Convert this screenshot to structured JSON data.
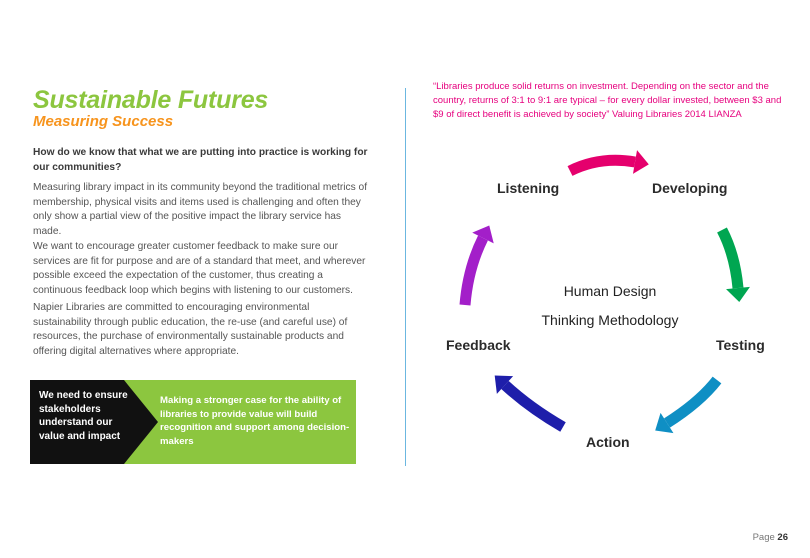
{
  "left": {
    "title": "Sustainable Futures",
    "subtitle": "Measuring Success",
    "question": "How do we know that what we are putting into practice is working for our communities?",
    "paragraphs": [
      "Measuring library impact in its community beyond the traditional metrics of membership, physical visits and items used is challenging and often they only show a partial view of the positive impact the library service has made.",
      "We want to encourage greater customer feedback to make sure our services are fit for purpose and are of a standard that meet, and wherever possible exceed the expectation of the customer, thus creating a continuous feedback loop which begins with listening to our customers.",
      "Napier Libraries are committed to encouraging environmental sustainability through public education, the re-use (and careful use) of resources, the purchase of environmentally sustainable products and offering digital alternatives where appropriate."
    ],
    "callout": {
      "left_text": "We need to ensure stakeholders understand our value and impact",
      "right_text": "Making a stronger case for the ability of libraries to provide value will build recognition and support among decision-makers"
    }
  },
  "right": {
    "quote": "“Libraries produce solid returns on investment. Depending on the sector and the country, returns of 3:1 to 9:1 are typical – for every dollar invested, between $3 and $9 of direct benefit is achieved by society” Valuing Libraries 2014 LIANZA",
    "cycle": {
      "center_line1": "Human Design",
      "center_line2": "Thinking Methodology",
      "stages": [
        "Listening",
        "Developing",
        "Testing",
        "Action",
        "Feedback"
      ],
      "arrow_colors": [
        "#e5006d",
        "#00a651",
        "#0f8fc4",
        "#1e1eaa",
        "#a31fc9"
      ]
    }
  },
  "footer": {
    "page_label": "Page",
    "page_number": "26"
  }
}
